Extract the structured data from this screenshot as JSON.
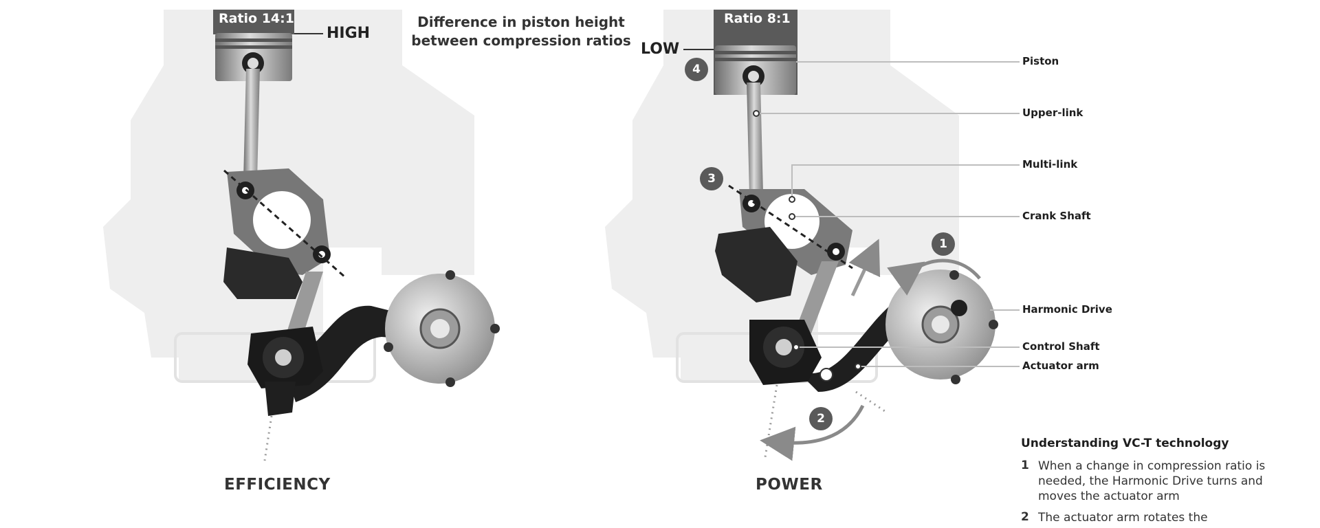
{
  "left_panel": {
    "ratio_label": "Ratio 14:1",
    "height_label": "HIGH",
    "mode_label": "EFFICIENCY"
  },
  "center_caption": {
    "line1": "Difference in piston height",
    "line2": "between compression ratios"
  },
  "right_panel": {
    "ratio_label": "Ratio 8:1",
    "height_label": "LOW",
    "mode_label": "POWER",
    "step_markers": [
      "1",
      "2",
      "3",
      "4"
    ]
  },
  "component_labels": [
    "Piston",
    "Upper-link",
    "Multi-link",
    "Crank Shaft",
    "Harmonic Drive",
    "Control Shaft",
    "Actuator arm"
  ],
  "explanation": {
    "title": "Understanding VC-T technology",
    "steps": [
      {
        "number": "1",
        "text": "When a change in compression ratio is needed, the Harmonic Drive turns and moves the actuator arm"
      },
      {
        "number": "2",
        "text": "The actuator arm rotates the"
      }
    ]
  },
  "colors": {
    "background": "#ffffff",
    "engine_silhouette": "#eeeeee",
    "ratio_box": "#5a5a5a",
    "step_marker": "#5a5a5a",
    "leader_line": "#bdbdbd",
    "metal": "#9a9a9a",
    "dark_part": "#1f1f1f"
  }
}
